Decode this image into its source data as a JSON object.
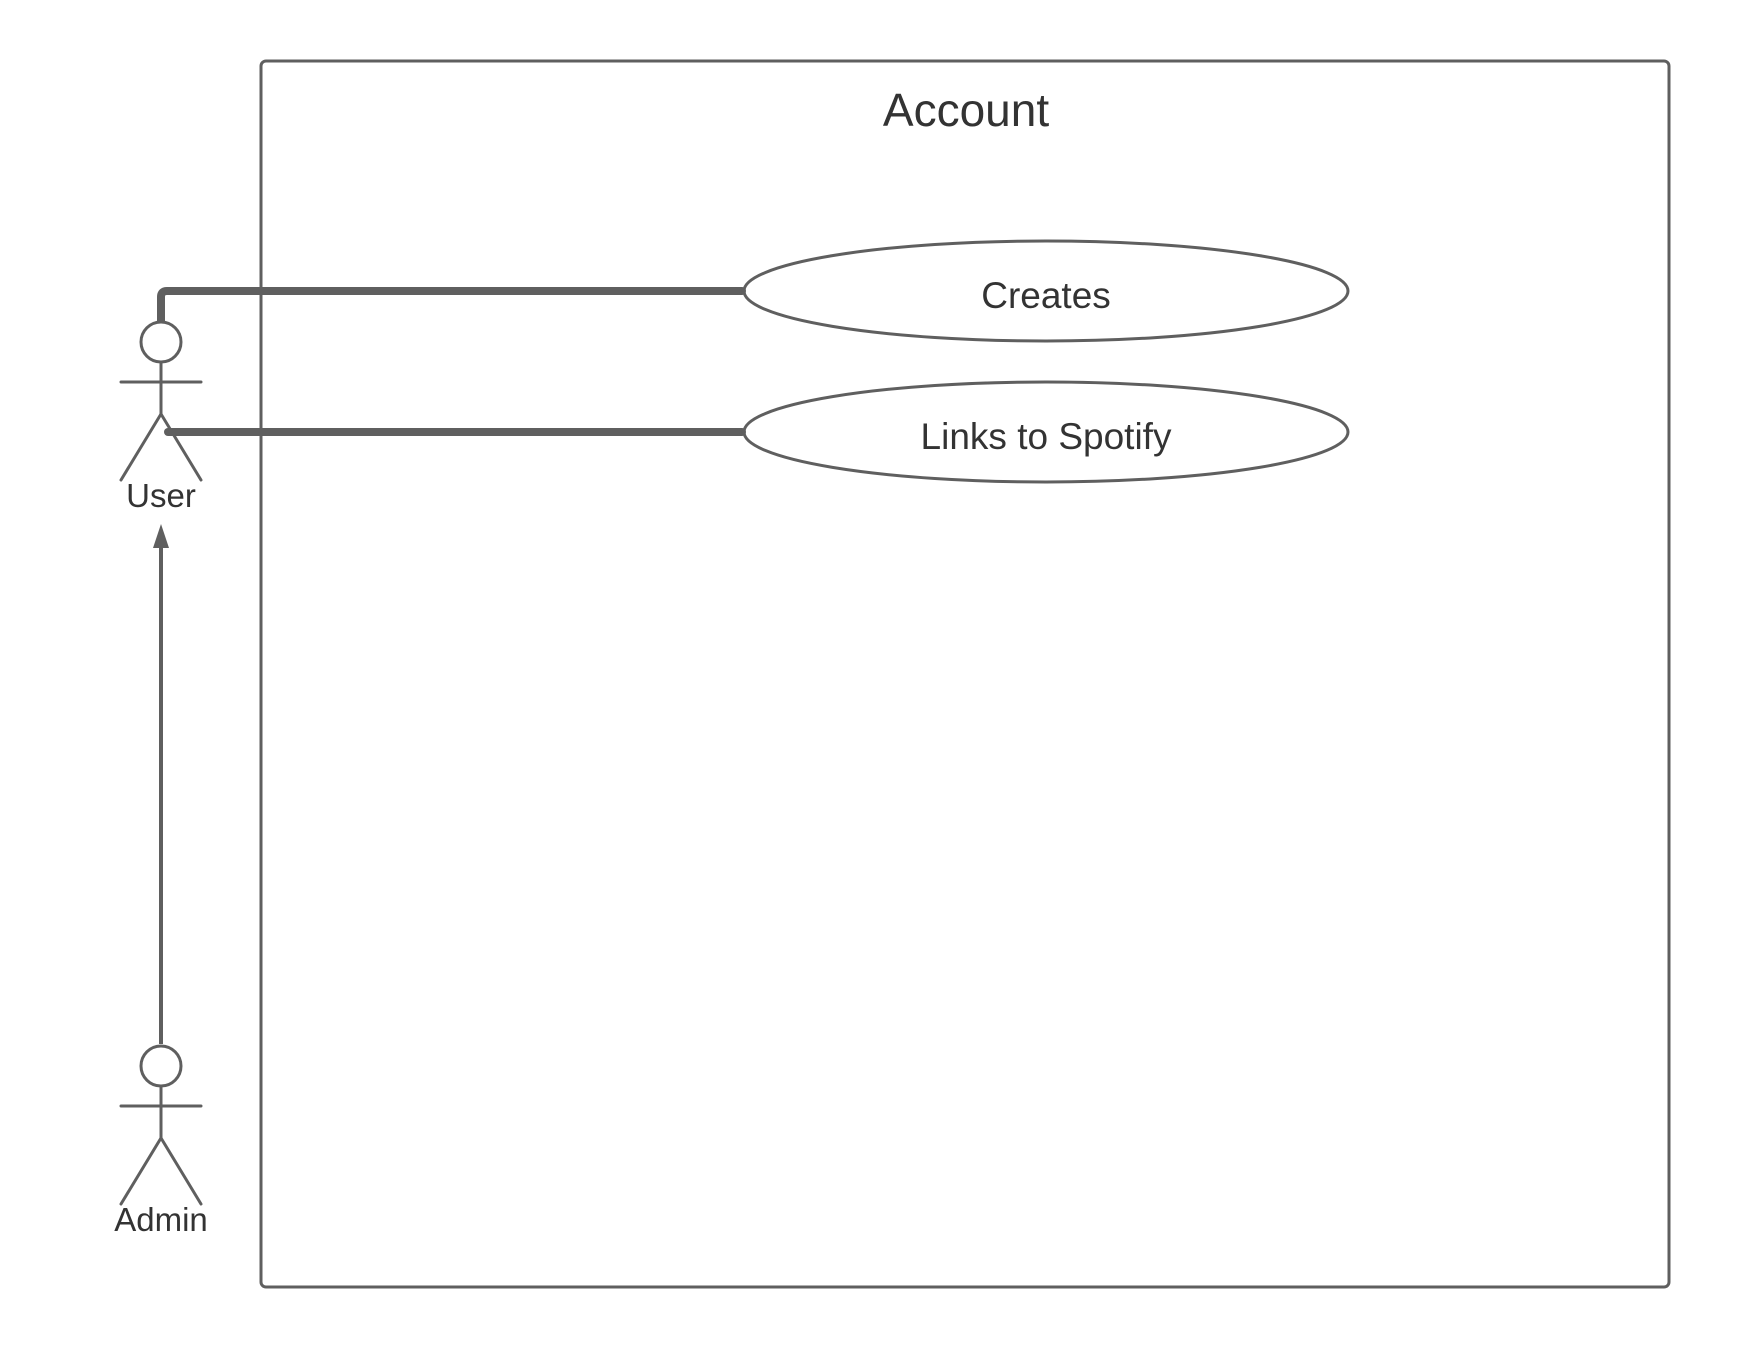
{
  "system": {
    "title": "Account"
  },
  "use_cases": [
    {
      "label": "Creates"
    },
    {
      "label": "Links to Spotify"
    }
  ],
  "actors": [
    {
      "label": "User"
    },
    {
      "label": "Admin"
    }
  ],
  "colors": {
    "stroke": "#5f5f5f",
    "text": "#333333",
    "background": "#ffffff"
  }
}
